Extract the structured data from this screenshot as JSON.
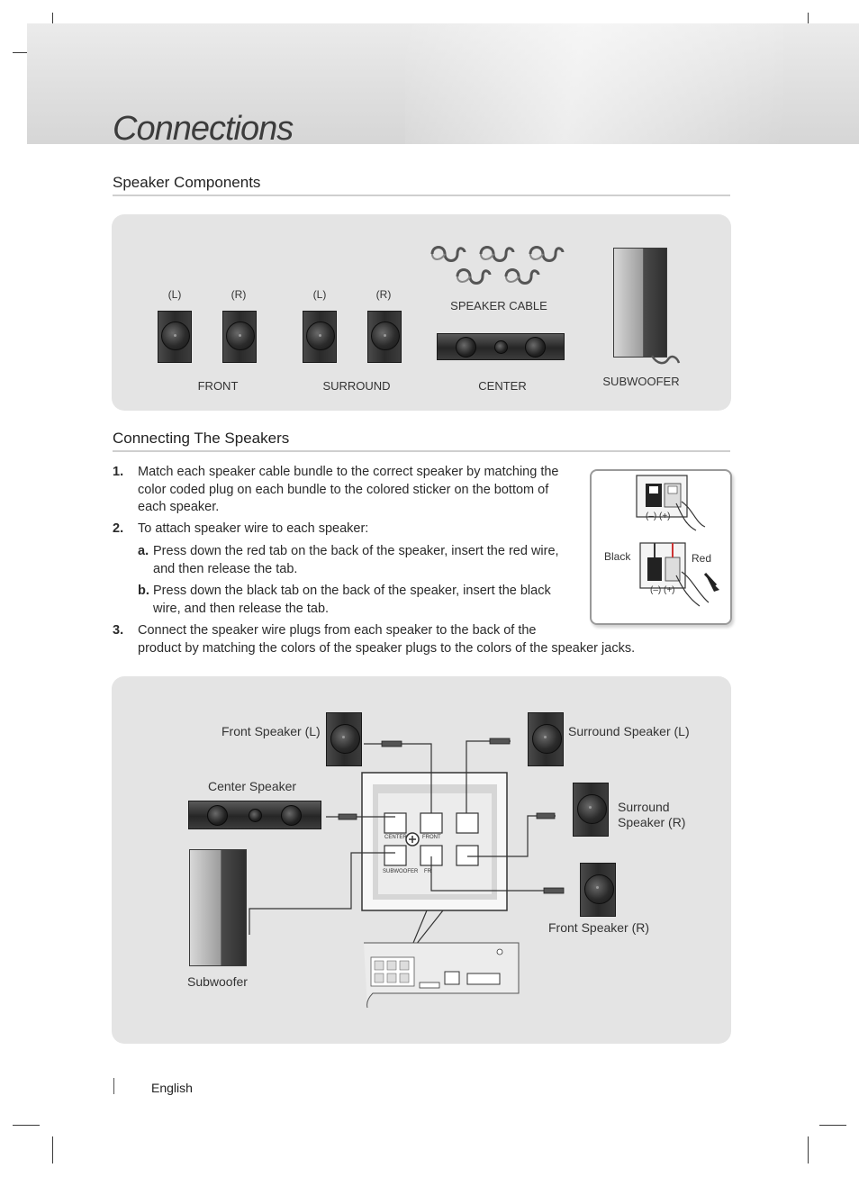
{
  "page": {
    "title": "Connections",
    "footer_language": "English"
  },
  "components_section": {
    "heading": "Speaker Components",
    "front": {
      "label": "FRONT",
      "left_tag": "(L)",
      "right_tag": "(R)"
    },
    "surround": {
      "label": "SURROUND",
      "left_tag": "(L)",
      "right_tag": "(R)"
    },
    "center": {
      "label": "CENTER"
    },
    "speaker_cable": {
      "label": "SPEAKER CABLE"
    },
    "subwoofer": {
      "label": "SUBWOOFER"
    }
  },
  "connecting_section": {
    "heading": "Connecting The Speakers",
    "steps": [
      {
        "num": "1.",
        "lines": [
          "Match each speaker cable bundle to the correct speaker by matching the",
          "color coded plug on each bundle to the colored sticker on the bottom of",
          "each speaker."
        ]
      },
      {
        "num": "2.",
        "lines": [
          "To attach speaker wire to each speaker:"
        ],
        "substeps": [
          {
            "letter": "a.",
            "lines": [
              "Press down the red tab on the back of the speaker, insert the red wire,",
              "and then release the tab."
            ]
          },
          {
            "letter": "b.",
            "lines": [
              "Press down the black tab on the back of the speaker, insert the black",
              "wire, and then release the tab."
            ]
          }
        ]
      },
      {
        "num": "3.",
        "lines": [
          "Connect the speaker wire plugs from each speaker to the back of the",
          "product by matching the colors of the speaker plugs to the colors of the speaker jacks."
        ]
      }
    ],
    "inset": {
      "black_label": "Black",
      "red_label": "Red",
      "terminal_top": "(–)  (+)",
      "terminal_bottom": "(–)  (+)"
    }
  },
  "wiring_diagram": {
    "front_left": "Front Speaker (L)",
    "center": "Center Speaker",
    "subwoofer": "Subwoofer",
    "surround_left": "Surround Speaker (L)",
    "surround_right_line1": "Surround",
    "surround_right_line2": "Speaker (R)",
    "front_right": "Front Speaker (R)",
    "jack_center": "CENTER",
    "jack_front": "FRONT",
    "jack_subwoofer": "SUBWOOFER",
    "jack_front_r": "FR"
  }
}
